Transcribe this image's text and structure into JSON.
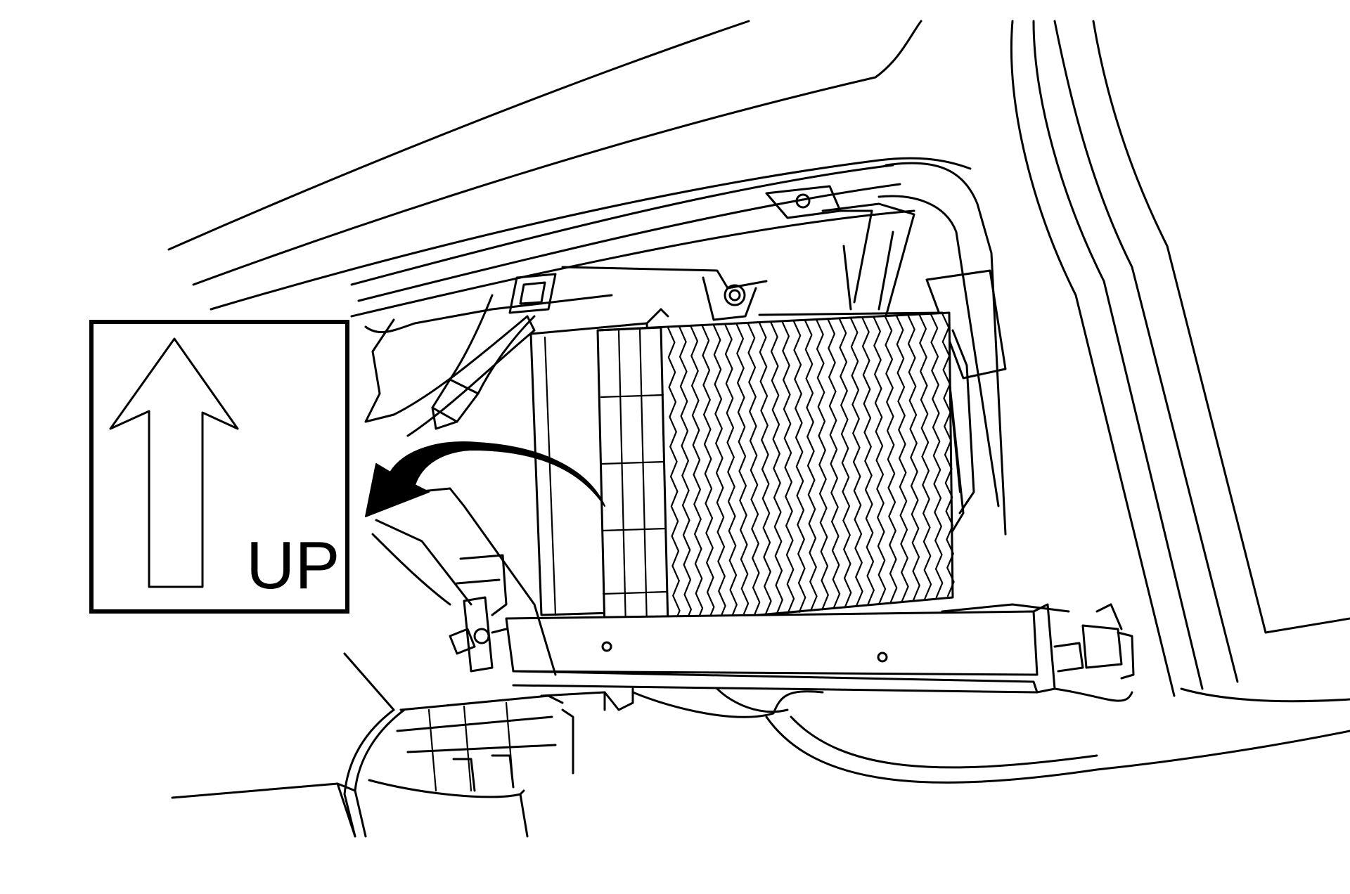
{
  "diagram": {
    "orientation_label": "UP",
    "components": [
      "cabin-air-filter",
      "filter-housing",
      "housing-door",
      "mounting-rail",
      "glove-box-opening",
      "dash-panel"
    ],
    "colors": {
      "line": "#000000",
      "background": "#ffffff"
    }
  }
}
